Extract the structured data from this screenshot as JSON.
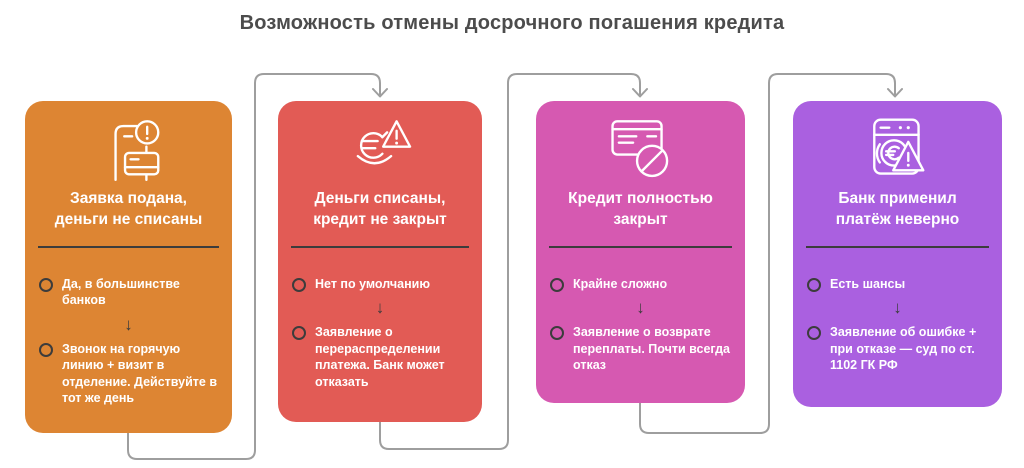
{
  "page_title": "Возможность отмены досрочного погашения кредита",
  "flow_arrow_glyph": "↓",
  "theme": {
    "background": "#ffffff",
    "title_color": "#4c4c4c",
    "connector_color": "#9e9e9e",
    "dark_accent": "#3c3c3c",
    "text_color": "#ffffff"
  },
  "cards": [
    {
      "icon": "phone-bill-alert-icon",
      "color": "#dd8533",
      "title": "Заявка подана,\nденьги не списаны",
      "points": [
        "Да, в большинстве банков",
        "Звонок на горячую линию + визит в отделение. Действуйте в тот же день"
      ]
    },
    {
      "icon": "euro-redirect-warning-icon",
      "color": "#e25b55",
      "title": "Деньги списаны,\nкредит не закрыт",
      "points": [
        "Нет по умолчанию",
        "Заявление о перераспределении платежа. Банк может отказать"
      ]
    },
    {
      "icon": "card-blocked-icon",
      "color": "#d659b1",
      "title": "Кредит полностью\nзакрыт",
      "points": [
        "Крайне сложно",
        "Заявление о возврате переплаты. Почти всегда отказ"
      ]
    },
    {
      "icon": "terminal-euro-warning-icon",
      "color": "#aa60e0",
      "title": "Банк применил\nплатёж неверно",
      "points": [
        "Есть шансы",
        "Заявление об ошибке + при отказе — суд по ст. 1102 ГК РФ"
      ]
    }
  ]
}
